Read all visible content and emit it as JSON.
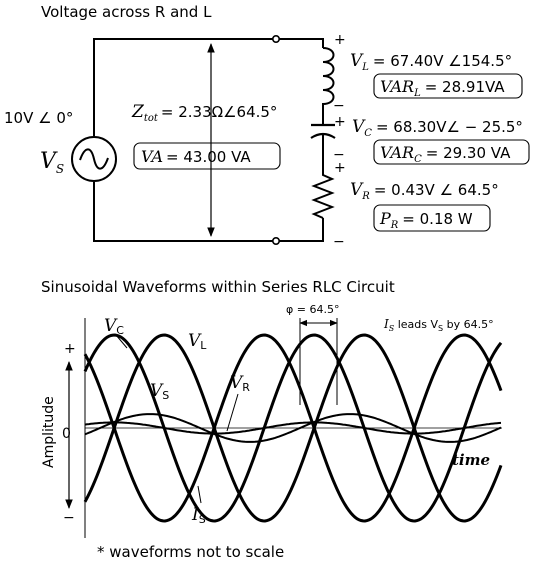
{
  "top_title": "Voltage across R and L",
  "bottom_title": "Sinusoidal Waveforms within Series RLC Circuit",
  "footnote": "* waveforms not to scale",
  "source": {
    "value": "10V ∠ 0°",
    "symbol": "V",
    "subscript": "S"
  },
  "impedance": {
    "symbol": "Z",
    "subscript": "tot",
    "value": "= 2.33Ω∠64.5°",
    "apparent_power": {
      "symbol": "VA",
      "value": "= 43.00 VA"
    }
  },
  "inductor": {
    "symbol": "V",
    "subscript": "L",
    "value": "= 67.40V ∠154.5°",
    "reactive_power": {
      "symbol": "VAR",
      "subscript": "L",
      "value": "= 28.91VA"
    }
  },
  "capacitor": {
    "symbol": "V",
    "subscript": "C",
    "value": "= 68.30V∠ − 25.5°",
    "reactive_power": {
      "symbol": "VAR",
      "subscript": "C",
      "value": "= 29.30 VA"
    }
  },
  "resistor": {
    "symbol": "V",
    "subscript": "R",
    "value": "= 0.43V ∠ 64.5°",
    "power": {
      "symbol": "P",
      "subscript": "R",
      "value": "= 0.18 W"
    }
  },
  "polarity": {
    "plus": "+",
    "minus": "−"
  },
  "waveforms": {
    "labels": {
      "vc": {
        "main": "V",
        "sub": "C"
      },
      "vl": {
        "main": "V",
        "sub": "L"
      },
      "vs": {
        "main": "V",
        "sub": "S"
      },
      "vr": {
        "main": "V",
        "sub": "R"
      },
      "is": {
        "main": "I",
        "sub": "S"
      }
    },
    "phi_label": "φ = 64.5°",
    "lead_note": {
      "p1": "I",
      "s1": "S",
      "p2": " leads V",
      "s2": "S",
      "p3": " by 64.5°"
    },
    "y_axis": {
      "label": "Amplitude",
      "plus": "+",
      "zero": "0",
      "minus": "−"
    },
    "x_label": "time",
    "phase_shift_deg": 64.5,
    "amplitudes": {
      "vc": 1.0,
      "vl": 1.0,
      "vs": 0.15,
      "vr": 0.06,
      "is": 1.0
    },
    "phases_deg": {
      "vc": -25.5,
      "vl": 154.5,
      "vs": 0.0,
      "vr": 64.5,
      "is": 64.5
    }
  }
}
